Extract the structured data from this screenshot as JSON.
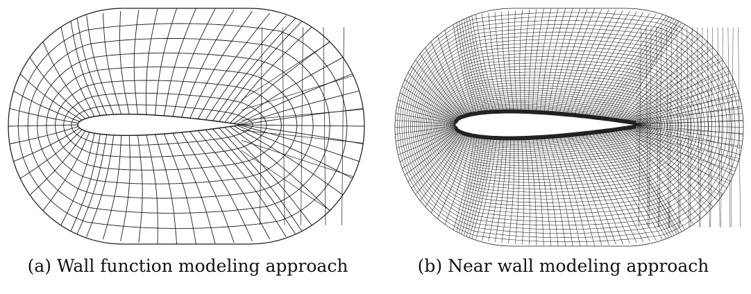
{
  "figure": {
    "panel_a": {
      "caption": "(a) Wall function modeling approach",
      "mesh_density": "coarse"
    },
    "panel_b": {
      "caption": "(b) Near wall modeling approach",
      "mesh_density": "fine"
    }
  },
  "colors": {
    "mesh_line": "#1a1a1a",
    "background": "#ffffff"
  }
}
